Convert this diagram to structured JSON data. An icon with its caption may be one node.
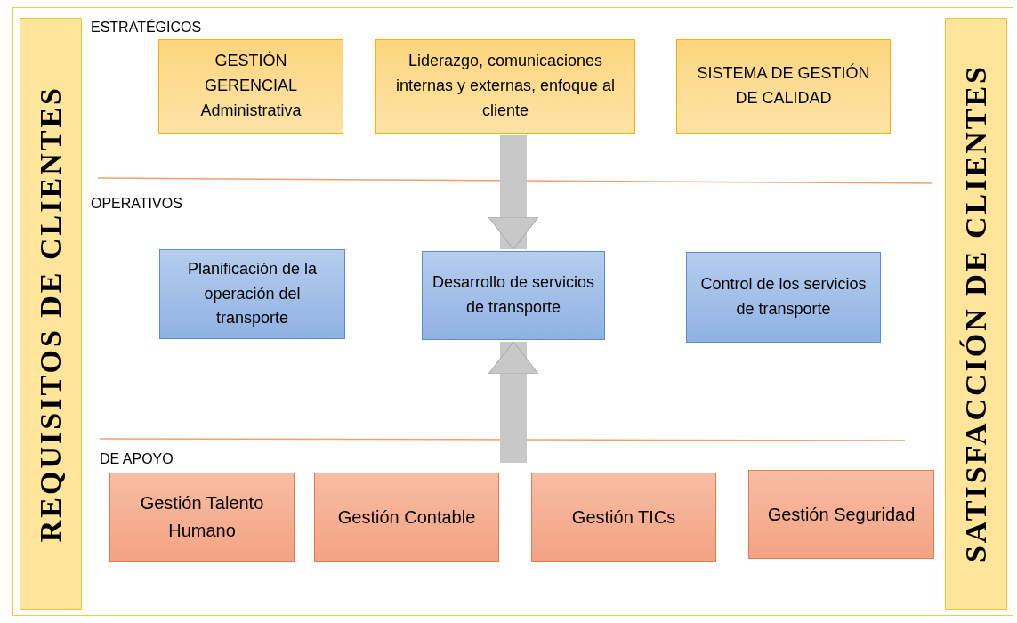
{
  "diagram": {
    "nodes": [
      {
        "text": [
          "REQUISITOS DE CLIENTES"
        ]
      },
      {
        "text": [
          "GESTIÓN GERENCIAL Administrativa"
        ]
      },
      {
        "text": [
          "Liderazgo, comunicaciones internas y externas, enfoque al cliente"
        ]
      },
      {
        "text": [
          "SISTEMA DE GESTIÓN DE CALIDAD"
        ]
      },
      {
        "text": [
          "Planificación de la operación del transporte"
        ]
      },
      {
        "text": [
          "Desarrollo de servicios de transporte"
        ]
      },
      {
        "text": [
          "Control de los servicios de transporte"
        ]
      },
      {
        "text": [
          "Gestión Talento Humano"
        ]
      },
      {
        "text": [
          "Gestión Contable"
        ]
      },
      {
        "text": [
          "Gestión TICs"
        ]
      },
      {
        "text": [
          "Gestión Seguridad"
        ]
      },
      {
        "text": [
          "SATISFACCIÓN DE CLIENTES"
        ]
      }
    ],
    "edges": [
      {
        "from": 2,
        "to": 5,
        "arrow": "to"
      },
      {
        "from": null,
        "to": 5,
        "arrow": "to"
      }
    ],
    "labels": [
      "ESTRATÉGICOS",
      "OPERATIVOS",
      "DE APOYO"
    ]
  }
}
